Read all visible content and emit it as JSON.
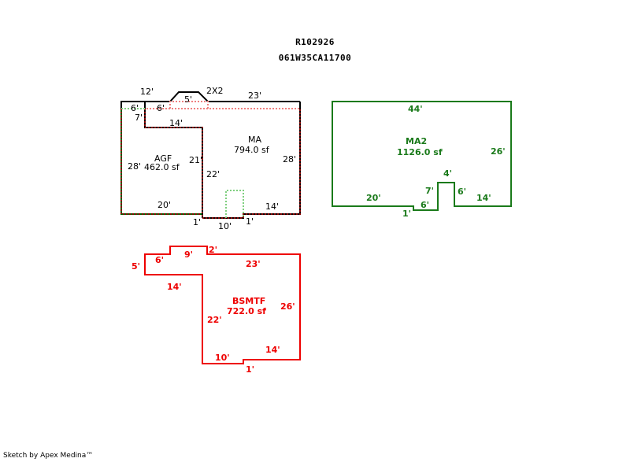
{
  "header": {
    "parcel_id": "R102926",
    "map_number": "061W35CA11700"
  },
  "colors": {
    "ma": "#000000",
    "agf": "#006400",
    "agf_dashed": "#8B0000",
    "ma2": "#1a7a1a",
    "bsmtf": "#ee0000",
    "dotted_green": "#7fcf7f",
    "dotted_red": "#f08080"
  },
  "areas": {
    "ma": {
      "name": "MA",
      "area": "794.0 sf"
    },
    "agf": {
      "name": "AGF",
      "area": "462.0 sf"
    },
    "ma2": {
      "name": "MA2",
      "area": "1126.0 sf"
    },
    "bsmtf": {
      "name": "BSMTF",
      "area": "722.0 sf"
    },
    "bump": {
      "name": "2X2"
    }
  },
  "dims": {
    "main": {
      "top_left": "12'",
      "bump_width": "5'",
      "top_right": "23'",
      "green_6a": "6'",
      "green_6b": "6'",
      "left_7": "7'",
      "inner_14": "14'",
      "agf_left": "28'",
      "agf_inner_21": "21'",
      "ma_inner_22": "22'",
      "ma_right": "28'",
      "agf_bottom": "20'",
      "notch_left_1": "1'",
      "notch_bottom_10": "10'",
      "notch_right_1": "1'",
      "ma_bottom_14": "14'"
    },
    "ma2": {
      "top": "44'",
      "right": "26'",
      "bottom_left": "20'",
      "notch_1": "1'",
      "notch_6": "6'",
      "tab_left_7": "7'",
      "tab_top_4": "4'",
      "tab_right_6": "6'",
      "bottom_right": "14'"
    },
    "bsmtf": {
      "left_5": "5'",
      "step_6": "6'",
      "top_9": "9'",
      "step_2": "2'",
      "top_23": "23'",
      "lower_14": "14'",
      "inner_22": "22'",
      "right_26": "26'",
      "bottom_10": "10'",
      "notch_1": "1'",
      "bottom_14": "14'"
    }
  },
  "footer": {
    "credit": "Sketch by Apex Medina™"
  }
}
